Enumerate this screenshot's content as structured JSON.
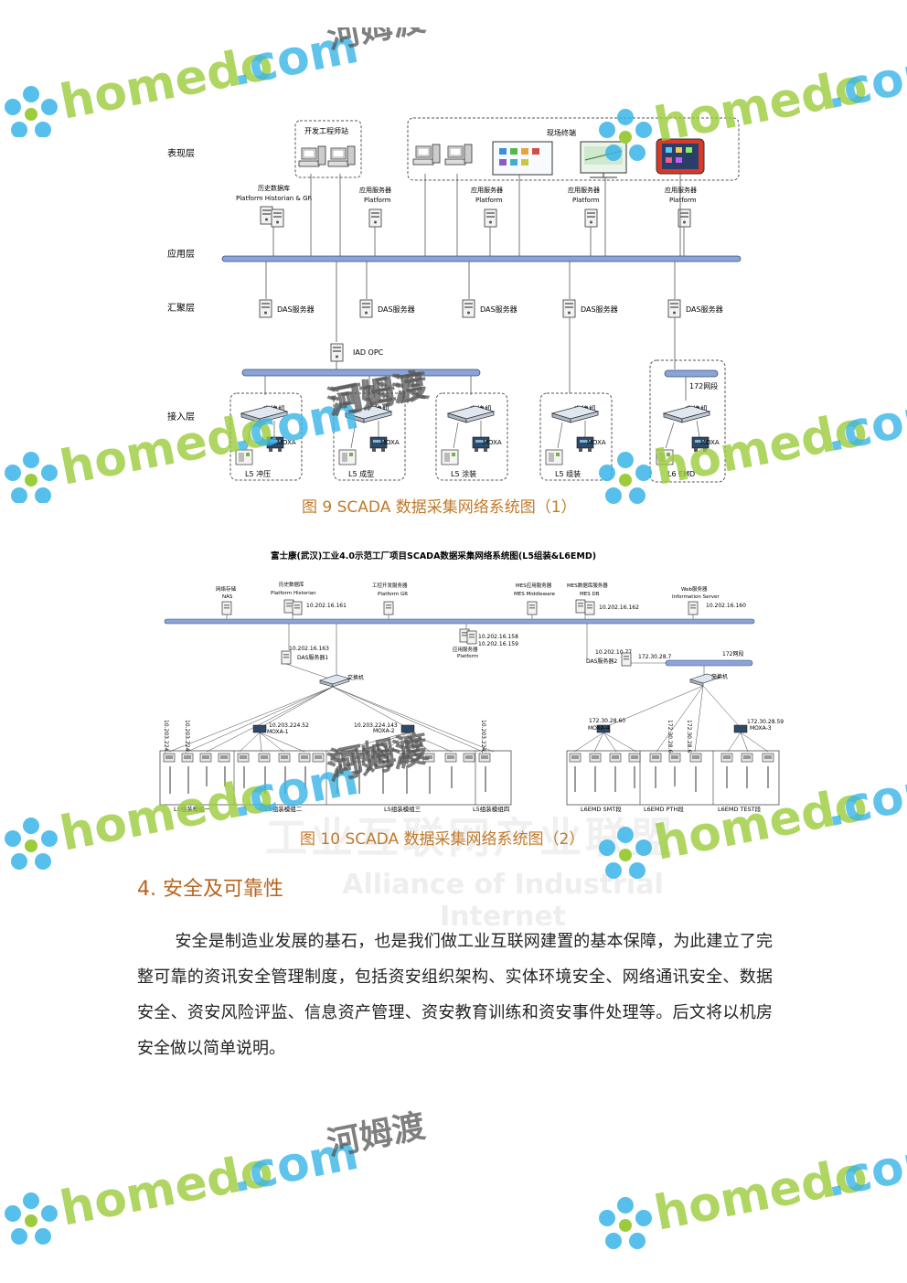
{
  "figure1": {
    "layers": {
      "presentation": "表现层",
      "application": "应用层",
      "aggregation": "汇聚层",
      "access": "接入层"
    },
    "dev_workstation": "开发工程师站",
    "field_terminal": "现场终端",
    "historian": {
      "l1": "历史数据库",
      "l2": "Platform Historian & GR"
    },
    "app_server": {
      "l1": "应用服务器",
      "l2": "Platform"
    },
    "das_server": "DAS服务器",
    "iad_opc": "IAD OPC",
    "segment_172": "172网段",
    "switch": "交换机",
    "moxa": "MOXA",
    "cells": [
      "L5 冲压",
      "L5 成型",
      "L5 涂装",
      "L5 组装",
      "L6 EMD"
    ],
    "caption": "图 9 SCADA 数据采集网络系统图（1）"
  },
  "figure2": {
    "title": "富士康(武汉)工业4.0示范工厂项目SCADA数据采集网络系统图(L5组装&L6EMD)",
    "top_nodes": [
      {
        "l1": "网络存储",
        "l2": "NAS"
      },
      {
        "l1": "历史数据库",
        "l2": "Platform Historian",
        "ip": "10.202.16.161"
      },
      {
        "l1": "工控开发服务器",
        "l2": "Platform GR"
      },
      {
        "l1": "MES应用服务器",
        "l2": "MES Middleware"
      },
      {
        "l1": "MES数据库服务器",
        "l2": "MES DB",
        "ip": "10.202.16.162"
      },
      {
        "l1": "Web服务器",
        "l2": "Information Server",
        "ip": "10.202.16.160"
      }
    ],
    "app_server": {
      "ip1": "10.202.16.158",
      "ip2": "10.202.16.159",
      "l1": "应用服务器",
      "l2": "Platform"
    },
    "das1": {
      "ip": "10.202.16.163",
      "label": "DAS服务器1"
    },
    "das2": {
      "ip": "10.202.10.77",
      "ip2": "172.30.28.7",
      "label": "DAS服务器2"
    },
    "segment_172": "172网段",
    "switch": "交换机",
    "moxa1": {
      "ip": "10.203.224.52",
      "label": "MOXA-1"
    },
    "moxa2": {
      "ip": "10.203.224.143",
      "label": "MOXA-2"
    },
    "moxa4": {
      "ip": "172.30.28.60",
      "label": "MOXA-4"
    },
    "moxa3": {
      "ip": "172.30.28.59",
      "label": "MOXA-3"
    },
    "left_ips": [
      "10.203.224.5",
      "10.203.224.5"
    ],
    "right_ip": "10.203.224.1",
    "mid_ips": [
      "172.30.28.6",
      "172.30.28.6"
    ],
    "groups": [
      "L5组装模组一",
      "L5组装模组二",
      "L5组装模组三",
      "L5组装模组四",
      "L6EMD SMT段",
      "L6EMD PTH段",
      "L6EMD TEST段"
    ],
    "caption": "图 10 SCADA 数据采集网络系统图（2）"
  },
  "section": {
    "number": "4.",
    "title": "安全及可靠性"
  },
  "paragraph": "安全是制造业发展的基石，也是我们做工业互联网建置的基本保障，为此建立了完整可靠的资讯安全管理制度，包括资安组织架构、实体环境安全、网络通讯安全、数据安全、资安风险评监、信息资产管理、资安教育训练和资安事件处理等。后文将以机房安全做以简单说明。",
  "background_text": {
    "cn": "工业互联网产业联盟",
    "en": "Alliance of Industrial Internet"
  },
  "watermark": {
    "brand": "homedo",
    "domain": ".com",
    "cn": "河姆渡"
  },
  "colors": {
    "caption": "#c07a2a",
    "section": "#b5651d",
    "bus": "#8aa4d6",
    "watermark_green": "#9ccc3c",
    "watermark_blue": "#39b5e8"
  }
}
